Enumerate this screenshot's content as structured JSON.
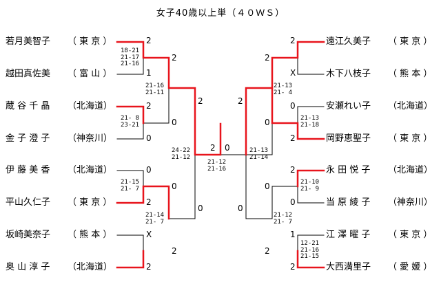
{
  "title": "女子40歳以上単（４０ＷＳ）",
  "players": [
    {
      "name": "若月美智子",
      "pref": "（ 東 京 ）"
    },
    {
      "name": "越田真佐美",
      "pref": "（ 富 山 ）"
    },
    {
      "name": "蔵 谷 千 晶",
      "pref": "（北海道）"
    },
    {
      "name": "金 子 澄 子",
      "pref": "（神奈川）"
    },
    {
      "name": "伊 藤 美 香",
      "pref": "（北海道）"
    },
    {
      "name": "平山久仁子",
      "pref": "（ 東 京 ）"
    },
    {
      "name": "坂崎美奈子",
      "pref": "（ 熊 本 ）"
    },
    {
      "name": "奥 山 淳 子",
      "pref": "（北海道）"
    },
    {
      "name": "遠江久美子",
      "pref": "（ 東 京 ）"
    },
    {
      "name": "木下八枝子",
      "pref": "（ 熊 本 ）"
    },
    {
      "name": "安瀬れい子",
      "pref": "（北海道）"
    },
    {
      "name": "岡野恵聖子",
      "pref": "（ 東 京 ）"
    },
    {
      "name": "永 田 悦 子",
      "pref": "（北海道）"
    },
    {
      "name": "当 原 綾 子",
      "pref": "（神奈川）"
    },
    {
      "name": "江 澤 曜 子",
      "pref": "（ 東 京 ）"
    },
    {
      "name": "大西満里子",
      "pref": "（ 愛 媛 ）"
    }
  ],
  "labels": {
    "r1": [
      "2",
      "1",
      "2",
      "0",
      "0",
      "2",
      "X",
      "2",
      "2",
      "X",
      "0",
      "2",
      "2",
      "0",
      "1",
      "2"
    ],
    "r2": [
      "2",
      "0",
      "0",
      "2",
      "2",
      "0",
      "0",
      "2"
    ],
    "r3": [
      "2",
      "0",
      "2",
      "0"
    ],
    "final": [
      "2",
      "0"
    ]
  },
  "scores": {
    "r1": [
      "18-21\n21-17\n21-16",
      "21- 8\n23-21",
      "21-15\n21- 7",
      "",
      "",
      "21-13\n21-18",
      "21-10\n21- 9",
      "12-21\n21-16\n21-15"
    ],
    "r2": [
      "21-16\n21-11",
      "21-14\n21- 7",
      "21-13\n21- 4",
      "21-12\n21- 7"
    ],
    "r3": [
      "24-22\n21-12",
      "21-13\n21-14"
    ],
    "final": "21-12\n21-16"
  },
  "colors": {
    "win": "#e8141c",
    "line": "#000000"
  }
}
